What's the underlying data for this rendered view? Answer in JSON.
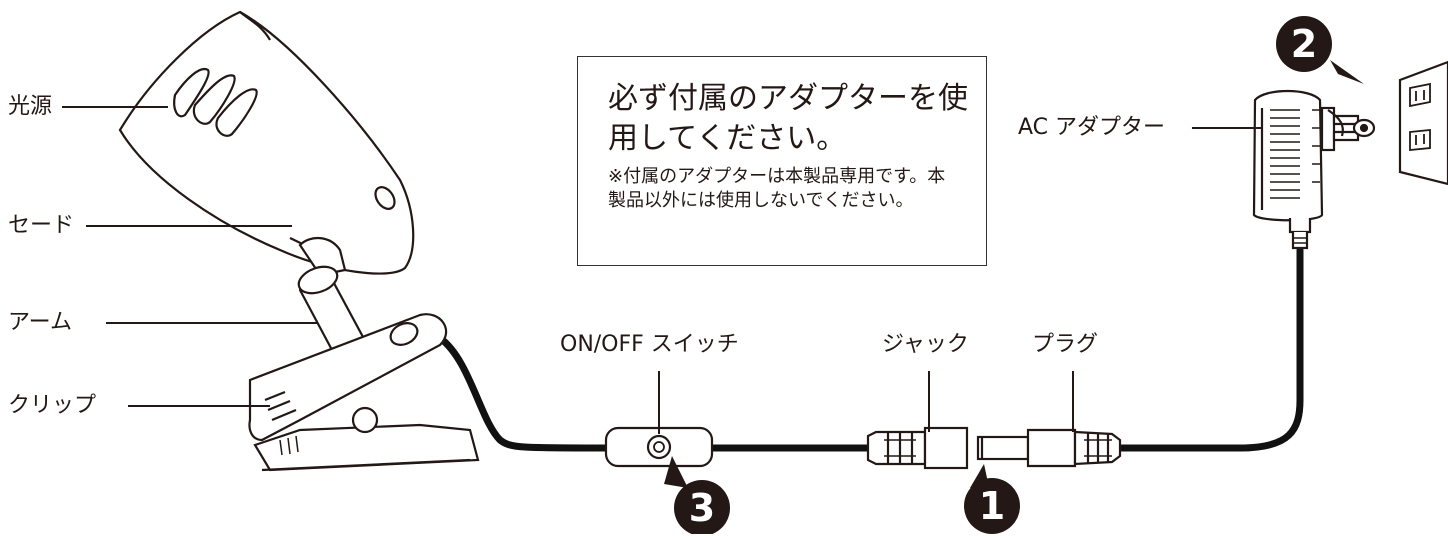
{
  "labels": {
    "light_source": "光源",
    "shade": "セード",
    "arm": "アーム",
    "clip": "クリップ",
    "switch": "ON/OFF スイッチ",
    "jack": "ジャック",
    "plug": "プラグ",
    "ac_adapter": "AC アダプター"
  },
  "notice": {
    "title": "必ず付属のアダプターを使用してください。",
    "body": "※付属のアダプターは本製品専用です。本製品以外には使用しないでください。"
  },
  "steps": {
    "one": "1",
    "two": "2",
    "three": "3"
  }
}
